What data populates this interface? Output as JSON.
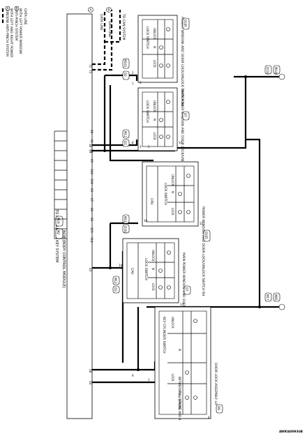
{
  "legend": [
    {
      "symbol": "",
      "text": "DATA LINE"
    },
    {
      "symbol": "A",
      "text": "WITH LEFT POWER WINDOW"
    },
    {
      "symbol": "",
      "text": "ANTI-PINCH SYSTEM"
    },
    {
      "symbol": "B",
      "text": "WITH LEFT AND RIGHT POWER"
    },
    {
      "symbol": "",
      "text": "WINDOW ANTI-PINCH SYSTEM"
    }
  ],
  "top_links": {
    "data_line_1": "DATA LINE",
    "data_line_2": "DATA LINE",
    "can_system": "TO CAN SYSTEM",
    "flag_a": "A",
    "flag_b": "B"
  },
  "bcm": {
    "label": "BCM (BODY CONTROL MODULE)",
    "connector": "M19",
    "connector2": "M2",
    "intelligent_key": "TO INTELLIGENT KEY SYSTEM",
    "pins_left": [
      "60",
      "61",
      "64",
      "65",
      "118",
      "119",
      "63",
      "67",
      "66",
      "62",
      "115",
      "114"
    ],
    "pins_bottom": [
      "58",
      "34",
      "43",
      "38",
      "39",
      "72",
      "73"
    ]
  },
  "components": {
    "rh_switch": {
      "title": "POWER WINDOW AND DOOR LOCK/UNLOCK SWITCH RH",
      "code": "D105",
      "lock_switch": "LOCK SWITCH",
      "lock": "LOCK",
      "n": "N",
      "unlock": "UNLOCK"
    },
    "main_switch": {
      "title": "MAIN POWER WINDOW AND DOOR LOCK/UNLOCK SWITCH",
      "code": "D7",
      "lock_switch": "LOCK SWITCH",
      "lock": "LOCK",
      "n": "N",
      "unlock": "UNLOCK"
    },
    "rh_cpu_switch": {
      "title": "POWER WINDOW AND DOOR LOCK/UNLOCK SWITCH RH",
      "code": "D105",
      "cpu": "CPU",
      "lock_switch": "LOCK SWITCH",
      "lock": "LOCK",
      "n": "N",
      "unlock": "UNLOCK"
    },
    "main_cpu_switch": {
      "title": "MAIN POWER WINDOW AND DOOR LOCK/UNLOCK SWITCH",
      "code": "D7",
      "code2": "D8",
      "cpu": "CPU",
      "lock_switch": "LOCK SWITCH",
      "lock": "LOCK",
      "n": "N",
      "unlock": "UNLOCK"
    },
    "door_lock_lh": {
      "title": "DOOR LOCK ASSEMBLY LH",
      "code": "D9",
      "key_cyl": "KEY CYLINDER SWITCH",
      "lock": "LOCK",
      "unlock": "UNLOCK",
      "full_stroke": "FULL STROKE",
      "between": "BETWEEN FULL STROKE AND N",
      "n": "N"
    }
  },
  "connectors": {
    "m102": "M102",
    "d2": "D2",
    "m11": "M11",
    "d1": "D1",
    "m14": "M14",
    "d101": "D101",
    "m12": "M12",
    "d3": "D3",
    "m16": "M16",
    "d16": "D16",
    "m11b": "M11",
    "d11": "D11",
    "m17": "M17",
    "d110": "D110",
    "m146": "M146",
    "m65": "M65"
  },
  "pins": {
    "p2": "2",
    "p7": "7",
    "p8": "8",
    "p3": "3",
    "p5": "5",
    "p6": "6",
    "p9": "9",
    "p10": "10",
    "p11": "11",
    "p16": "16",
    "p14": "14",
    "p4": "4",
    "p17": "17",
    "p18": "18",
    "p19": "19",
    "p1": "1",
    "p12": "12",
    "p13": "13",
    "p15": "15"
  },
  "footer_code": "AWKIA0093GB"
}
